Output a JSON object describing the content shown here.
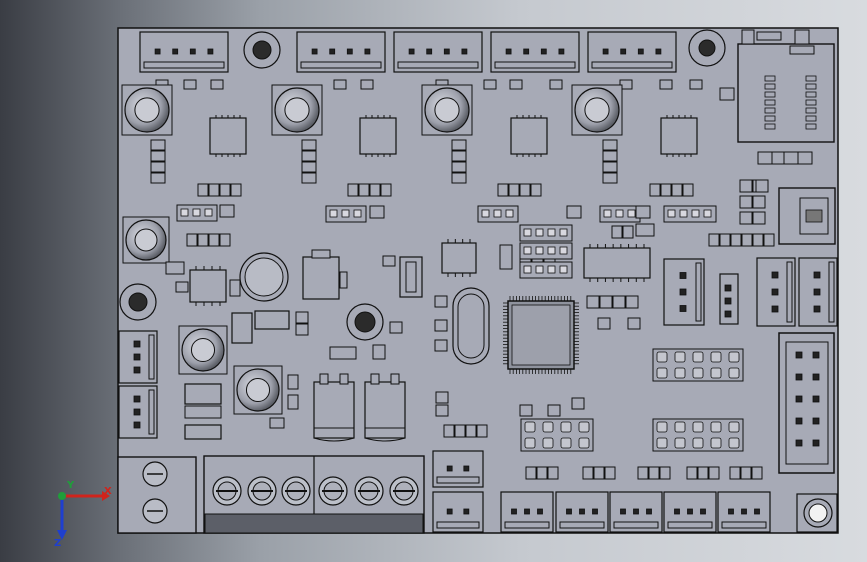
{
  "window": {
    "title": "",
    "background_colors": [
      "#3a3d44",
      "#9aa0a8",
      "#d8dbdf"
    ]
  },
  "model": {
    "board_color": "#a7aab6",
    "outline_color": "#111111",
    "hole_color": "#2b2b2b",
    "terminal_dark_color": "#5c5f68",
    "component_groups": [
      "stepper-driver-connector",
      "inductor",
      "driver-ic",
      "smd-resistor",
      "smd-capacitor",
      "jumper-header",
      "microcontroller-qfp",
      "crystal-oscillator",
      "electrolytic-capacitor",
      "screw-terminal",
      "jst-connector",
      "idc-header",
      "usb-port",
      "sd-card-slot",
      "mounting-hole"
    ]
  },
  "triad": {
    "x_label": "X",
    "y_label": "Y",
    "z_label": "Z",
    "x_color": "#d0241c",
    "y_color": "#1f9e3a",
    "z_color": "#1f3fcf"
  }
}
